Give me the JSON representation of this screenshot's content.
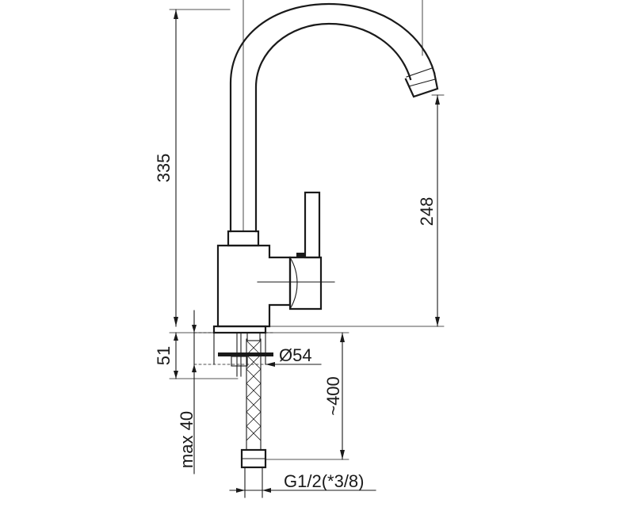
{
  "drawing": {
    "line_color": "#1a1a1a",
    "background": "#ffffff"
  },
  "dimensions": {
    "total_height": "335",
    "spout_height": "248",
    "base_height": "51",
    "max_thickness": "max 40",
    "hose_length": "~400",
    "base_diameter": "Ø54",
    "thread": "G1/2(*3/8)"
  }
}
